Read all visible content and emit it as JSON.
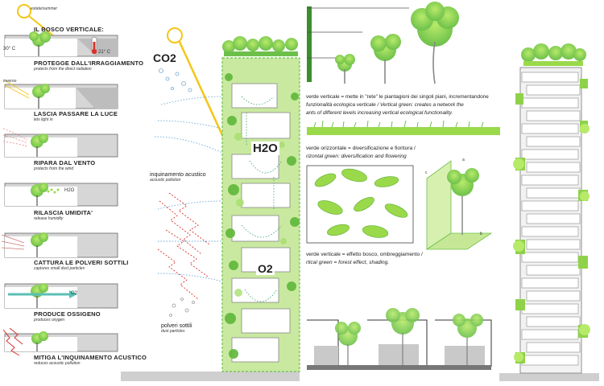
{
  "left_panel": {
    "season": "estate/summer",
    "heading": "IL BOSCO VERTICALE:",
    "temp_left": "30° C",
    "temp_right": "21° C",
    "winter_label": "inverno",
    "items": [
      {
        "title": "PROTEGGE DALL'IRRAGGIAMENTO",
        "subtitle": "protects from the direct radiation"
      },
      {
        "title": "LASCIA PASSARE LA LUCE",
        "subtitle": "lets light in"
      },
      {
        "title": "RIPARA  DAL VENTO",
        "subtitle": "protects from the wind"
      },
      {
        "title": "RILASCIA UMIDITA'",
        "subtitle": "release humidity"
      },
      {
        "title": "CATTURA LE POLVERI SOTTILI",
        "subtitle": "captures small dust particles"
      },
      {
        "title": "PRODUCE OSSIGENO",
        "subtitle": "produces oxygen"
      },
      {
        "title": "MITIGA L'INQUINAMENTO ACUSTICO",
        "subtitle": "reduces acoustic pollution"
      }
    ],
    "h2o_small": "H2O",
    "o2_small": "O2"
  },
  "center_panel": {
    "co2": "CO2",
    "h2o": "H2O",
    "o2": "O2",
    "noise_title": "inquinamento acustico",
    "noise_sub": "acoustic pollution",
    "dust_title": "polveri sottili",
    "dust_sub": "dust particles"
  },
  "right_panel": {
    "vertical_green_line1": "verde verticale = mette in \"rete\" le piantagioni dei singoli piani, incrementandone",
    "vertical_green_line2": "funzionalità ecologica verticale / Vertical green: creates a network the",
    "vertical_green_line3": "ants of different levels increasing vertical ecological functionality.",
    "horizontal_green_line1": "verde orizzontale = diversificazione e fioritura /",
    "horizontal_green_line2": "rizontal green: diversification and flowering",
    "forest_line1": "verde verticale = effetto bosco, ombreggiamento /",
    "forest_line2": "rtical green = forest effect, shading.",
    "axis_a": "a",
    "axis_b": "b",
    "axis_c": "c"
  },
  "colors": {
    "green_light": "#9ad94a",
    "green_mid": "#6cc04a",
    "green_dark": "#3a8f2a",
    "grey_floor": "#c9c9c9",
    "sun": "#f5c518",
    "red": "#d9332a",
    "blue_dot": "#5aa9d6"
  }
}
